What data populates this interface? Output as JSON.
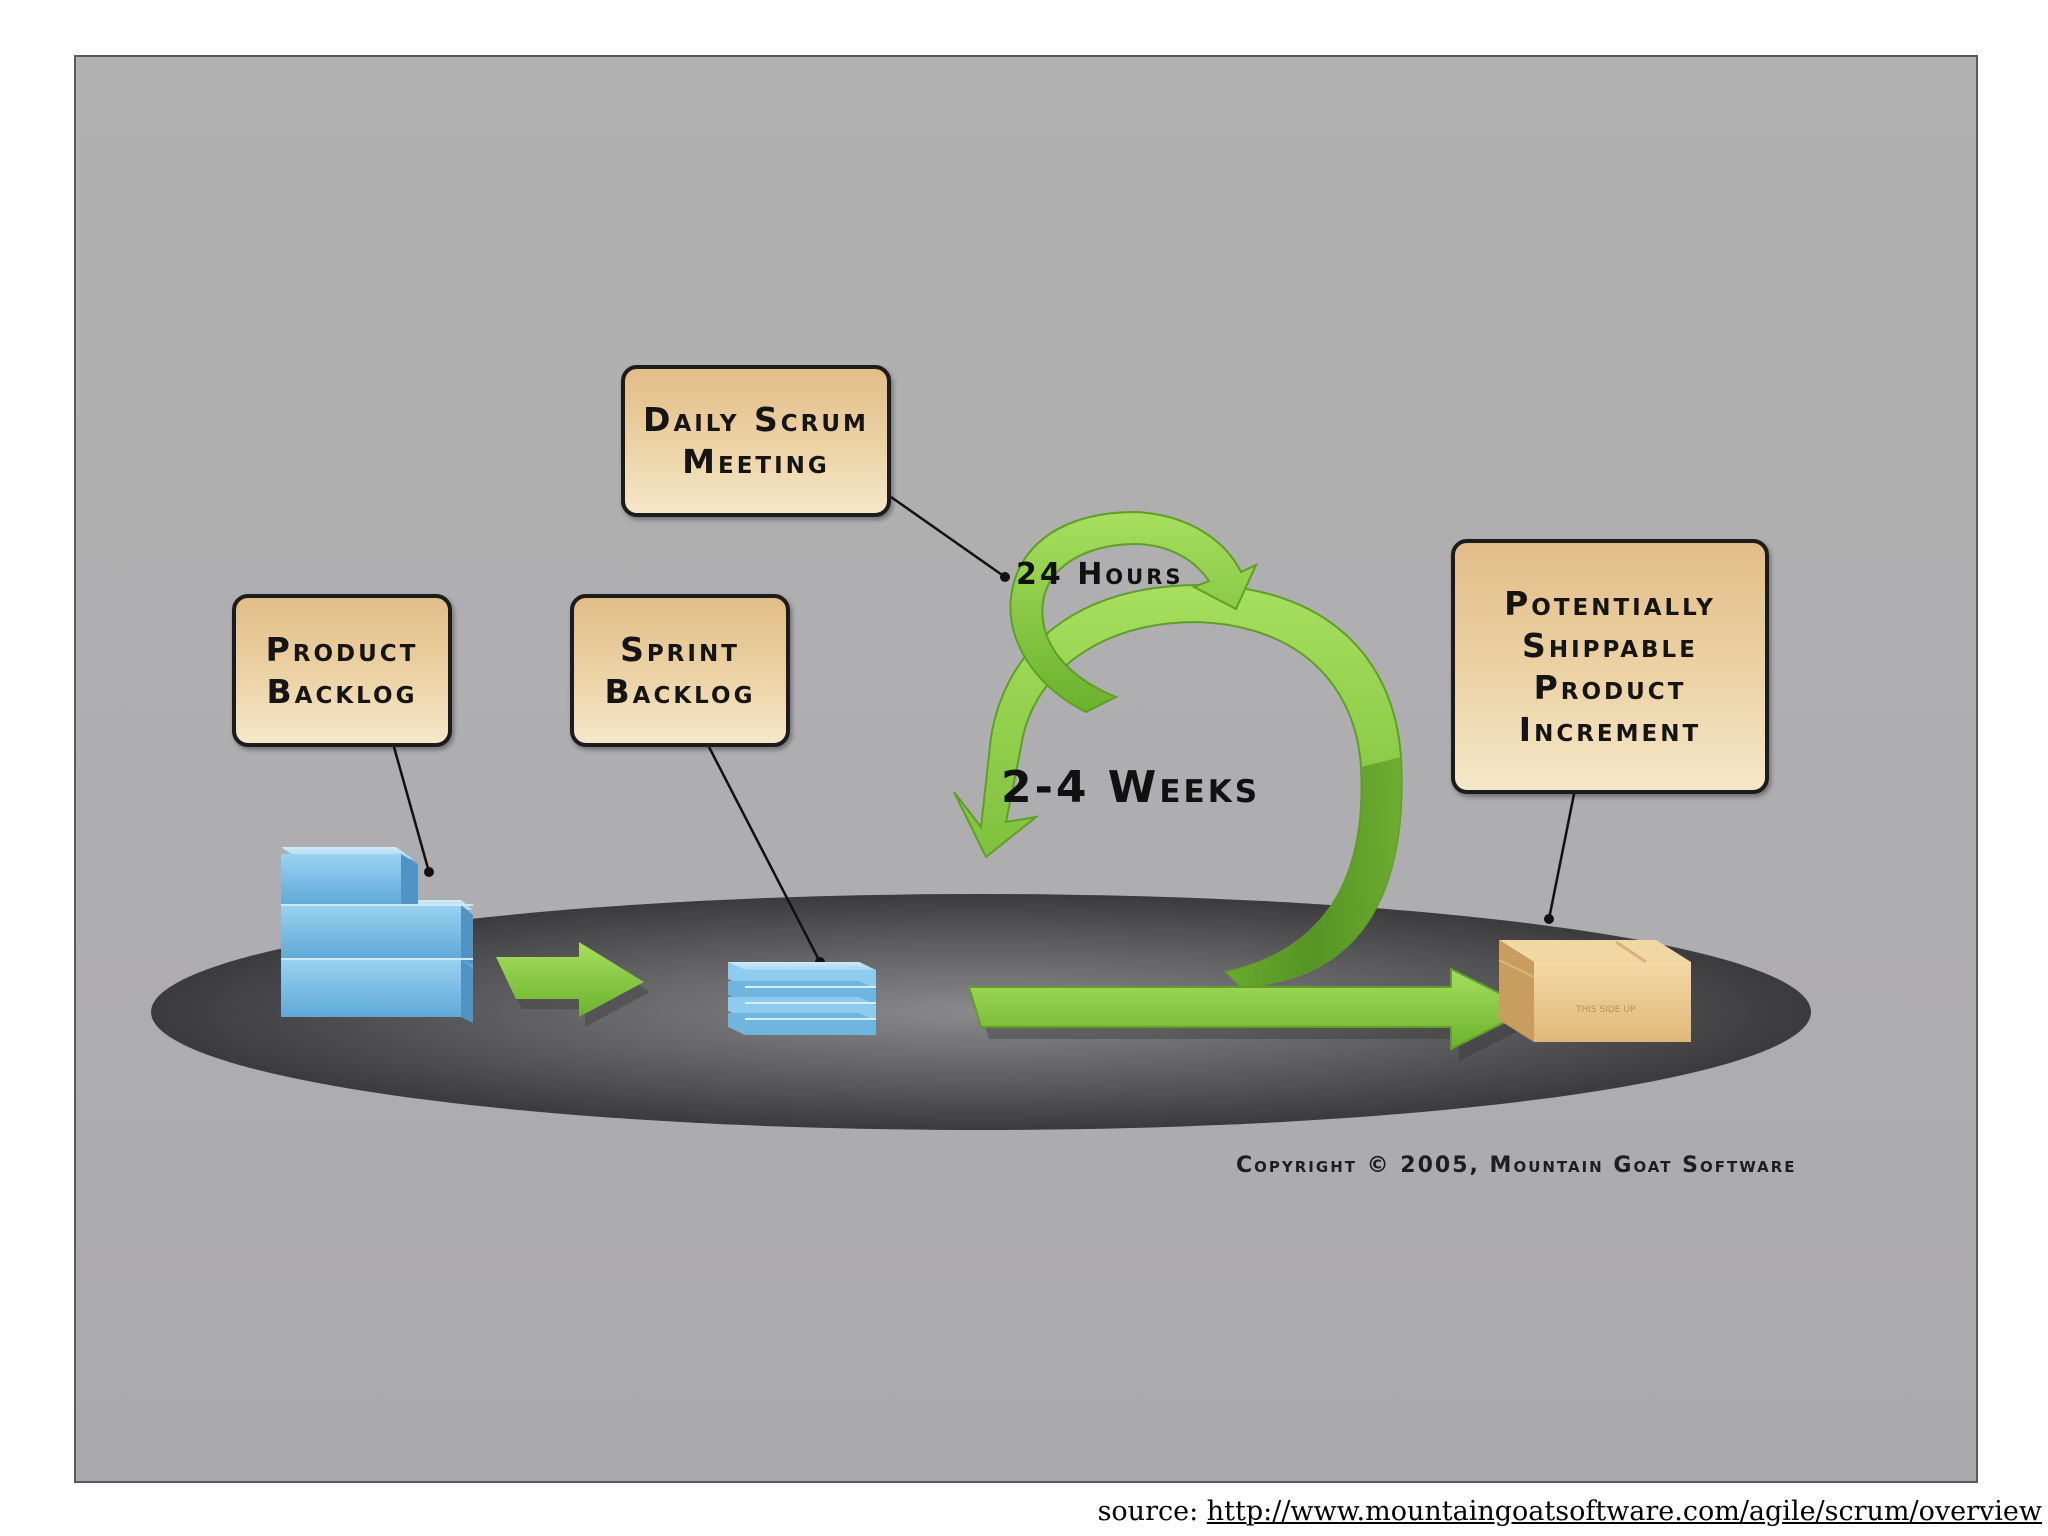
{
  "diagram": {
    "labels": {
      "daily_scrum": "Daily Scrum\nMeeting",
      "product_backlog": "Product\nBacklog",
      "sprint_backlog": "Sprint\nBacklog",
      "increment": "Potentially\nShippable\nProduct\nIncrement"
    },
    "loops": {
      "daily": "24 Hours",
      "sprint": "2-4 Weeks"
    },
    "box_print": "THIS SIDE UP",
    "copyright": "Copyright © 2005, Mountain Goat Software",
    "colors": {
      "background": "#b0b0b0",
      "label_fill": "#e8c894",
      "arrow_green": "#7cc63a",
      "backlog_blue": "#7ec4ea",
      "box_tan": "#e8c88c",
      "platform": "#4a4a4a"
    }
  },
  "footer": {
    "prefix": "source: ",
    "url": "http://www.mountaingoatsoftware.com/agile/scrum/overview"
  }
}
